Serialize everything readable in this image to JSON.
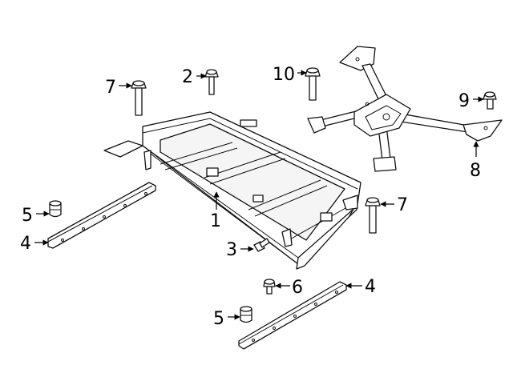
{
  "diagram": {
    "callouts": [
      {
        "id": "c1",
        "text": "1"
      },
      {
        "id": "c2",
        "text": "2"
      },
      {
        "id": "c3",
        "text": "3"
      },
      {
        "id": "c4a",
        "text": "4"
      },
      {
        "id": "c4b",
        "text": "4"
      },
      {
        "id": "c5a",
        "text": "5"
      },
      {
        "id": "c5b",
        "text": "5"
      },
      {
        "id": "c6",
        "text": "6"
      },
      {
        "id": "c7a",
        "text": "7"
      },
      {
        "id": "c7b",
        "text": "7"
      },
      {
        "id": "c8",
        "text": "8"
      },
      {
        "id": "c9",
        "text": "9"
      },
      {
        "id": "c10",
        "text": "10"
      }
    ]
  }
}
